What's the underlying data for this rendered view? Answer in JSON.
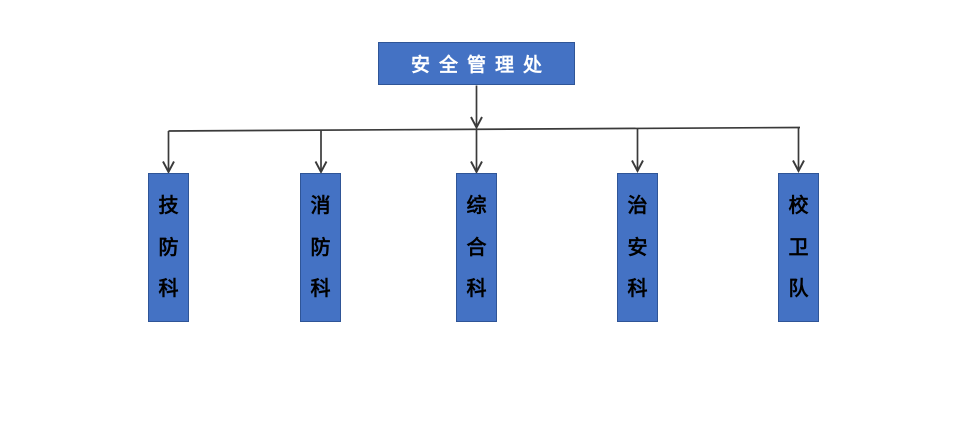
{
  "org_chart": {
    "root_label": "安全管理处",
    "departments": [
      {
        "name": "技防科",
        "chars": [
          "技",
          "防",
          "科"
        ]
      },
      {
        "name": "消防科",
        "chars": [
          "消",
          "防",
          "科"
        ]
      },
      {
        "name": "综合科",
        "chars": [
          "综",
          "合",
          "科"
        ]
      },
      {
        "name": "治安科",
        "chars": [
          "治",
          "安",
          "科"
        ]
      },
      {
        "name": "校卫队",
        "chars": [
          "校",
          "卫",
          "队"
        ]
      }
    ]
  },
  "colors": {
    "box_fill": "#4472C4",
    "box_border": "#2F5597",
    "root_text": "#FFFFFF",
    "department_text": "#000000",
    "connector_line": "#3A3A3A",
    "background": "#FFFFFF"
  }
}
